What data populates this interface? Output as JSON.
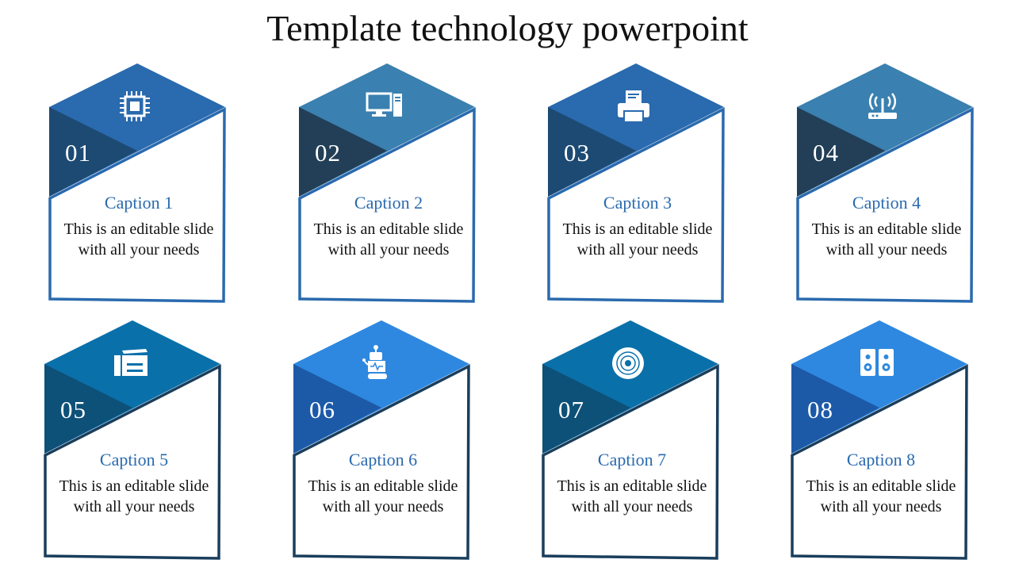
{
  "title": "Template technology powerpoint",
  "caption_color": "#2a6aae",
  "cards": [
    {
      "number": "01",
      "caption": "Caption 1",
      "text": "This is an editable slide with all your needs",
      "icon": "cpu-chip-icon",
      "top_color": "#2a6aae",
      "side_color": "#1d4a73",
      "border_color": "#2a6aae"
    },
    {
      "number": "02",
      "caption": "Caption 2",
      "text": "This is an editable slide with all your needs",
      "icon": "desktop-computer-icon",
      "top_color": "#3a80b0",
      "side_color": "#223f57",
      "border_color": "#2a6aae"
    },
    {
      "number": "03",
      "caption": "Caption 3",
      "text": "This is an editable slide with all your needs",
      "icon": "printer-icon",
      "top_color": "#2a6aae",
      "side_color": "#1d4a73",
      "border_color": "#2a6aae"
    },
    {
      "number": "04",
      "caption": "Caption 4",
      "text": "This is an editable slide with all your needs",
      "icon": "wifi-router-icon",
      "top_color": "#3a80b0",
      "side_color": "#223f57",
      "border_color": "#2a6aae"
    },
    {
      "number": "05",
      "caption": "Caption 5",
      "text": "This is an editable slide with all your needs",
      "icon": "copier-machine-icon",
      "top_color": "#0a70aa",
      "side_color": "#0d5078",
      "border_color": "#1a3e5c"
    },
    {
      "number": "06",
      "caption": "Caption 6",
      "text": "This is an editable slide with all your needs",
      "icon": "robot-icon",
      "top_color": "#2e88e0",
      "side_color": "#1c5aa8",
      "border_color": "#1a3e5c"
    },
    {
      "number": "07",
      "caption": "Caption 7",
      "text": "This is an editable slide with all your needs",
      "icon": "disc-icon",
      "top_color": "#0a70aa",
      "side_color": "#0d5078",
      "border_color": "#1a3e5c"
    },
    {
      "number": "08",
      "caption": "Caption 8",
      "text": "This is an editable slide with all your needs",
      "icon": "speakers-icon",
      "top_color": "#2e88e0",
      "side_color": "#1c5aa8",
      "border_color": "#1a3e5c"
    }
  ]
}
